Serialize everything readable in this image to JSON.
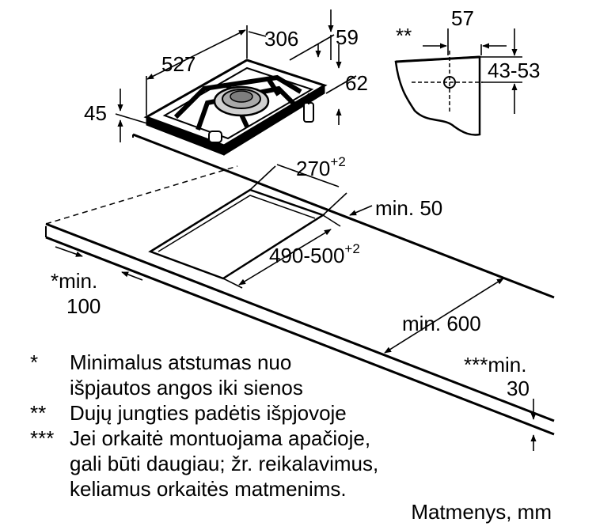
{
  "dimensions": {
    "d527": "527",
    "d306": "306",
    "d59": "59",
    "d45": "45",
    "d62": "62",
    "d57": "57",
    "d43_53": "43-53",
    "d_stars2": "**",
    "d270": "270",
    "d270_sup": "+2",
    "d_min50": "min. 50",
    "d490_500": "490-500",
    "d490_sup": "+2",
    "d_min100_a": "*min.",
    "d_min100_b": "100",
    "d_min600": "min. 600",
    "d_min30_a": "***min.",
    "d_min30_b": "30"
  },
  "legend": [
    {
      "mark": "*",
      "line1": "Minimalus atstumas nuo",
      "line2": "išpjautos angos iki sienos"
    },
    {
      "mark": "**",
      "line1": "Dujų jungties padėtis išpjovoje"
    },
    {
      "mark": "***",
      "line1": "Jei orkaitė montuojama apačioje,",
      "line2": "gali būti daugiau; žr. reikalavimus,",
      "line3": "keliamus orkaitės matmenims."
    }
  ],
  "units_label": "Matmenys, mm"
}
